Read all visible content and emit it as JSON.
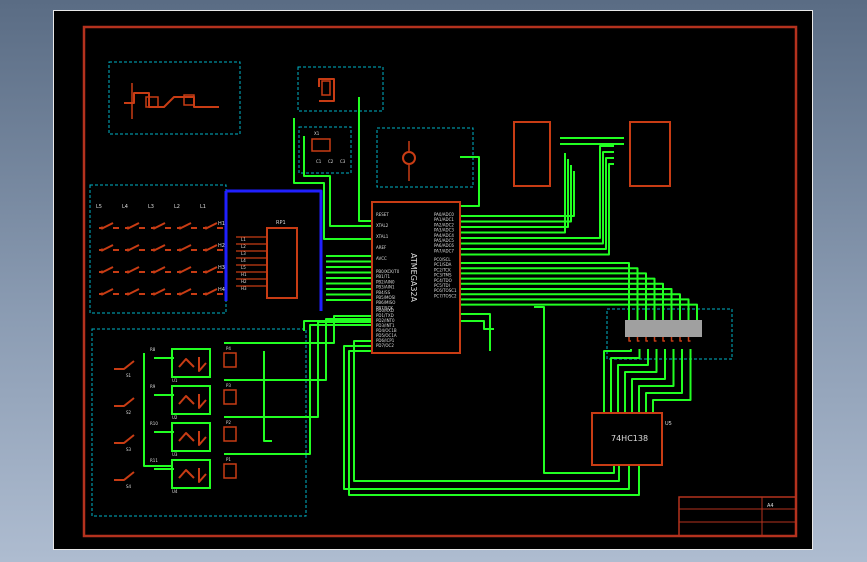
{
  "mcu": {
    "part": "ATMEGA32A"
  },
  "decoder": {
    "part": "74HC138",
    "ref": "U5"
  },
  "ports_left": [
    "PB0/XCK/T0",
    "PB1/T1",
    "PB2/AIN0",
    "PB3/AIN1",
    "PB4/SS",
    "PB5/MOSI",
    "PB6/MISO",
    "PB7/SCK"
  ],
  "ports_left2": [
    "PD0/RXD",
    "PD1/TXD",
    "PD2/INT0",
    "PD3/INT1",
    "PD4/OC1B",
    "PD5/OC1A",
    "PD6/ICP1",
    "PD7/OC2"
  ],
  "ports_right": [
    "PA0/ADC0",
    "PA1/ADC1",
    "PA2/ADC2",
    "PA3/ADC3",
    "PA4/ADC4",
    "PA5/ADC5",
    "PA6/ADC6",
    "PA7/ADC7"
  ],
  "ports_right2": [
    "PC0/SCL",
    "PC1/SDA",
    "PC2/TCK",
    "PC3/TMS",
    "PC4/TDO",
    "PC5/TDI",
    "PC6/TOSC1",
    "PC7/TOSC2"
  ],
  "mcu_misc": [
    "RESET",
    "XTAL2",
    "XTAL1",
    "AREF",
    "AVCC"
  ],
  "keypad": {
    "cols": [
      "L5",
      "L4",
      "L3",
      "L2",
      "L1"
    ],
    "rows": [
      "H1",
      "H2",
      "H3",
      "H4"
    ]
  },
  "resistor_pack": {
    "ref": "RP1",
    "pins": [
      "L1",
      "L2",
      "L3",
      "L4",
      "L5",
      "H1",
      "H2",
      "H3"
    ]
  },
  "optos": [
    "U1",
    "U2",
    "U3",
    "U4"
  ],
  "relays": [
    "P4",
    "P3",
    "P2",
    "P1"
  ],
  "opto_resistors": [
    "R8",
    "R9",
    "R10",
    "R11"
  ],
  "switches": [
    "S1",
    "S2",
    "S3",
    "S4"
  ],
  "crystal": {
    "ref": "X1"
  },
  "caps": [
    "C1",
    "C2",
    "C3"
  ],
  "title_block": {
    "size": "A4"
  },
  "colors": {
    "wire_green": "#22ff22",
    "bus_blue": "#2020ff",
    "component_red": "#c83c14",
    "frame_red": "#b4321e",
    "boundary_cyan": "#00b4c8",
    "connector_gray": "#a0a0a0"
  }
}
